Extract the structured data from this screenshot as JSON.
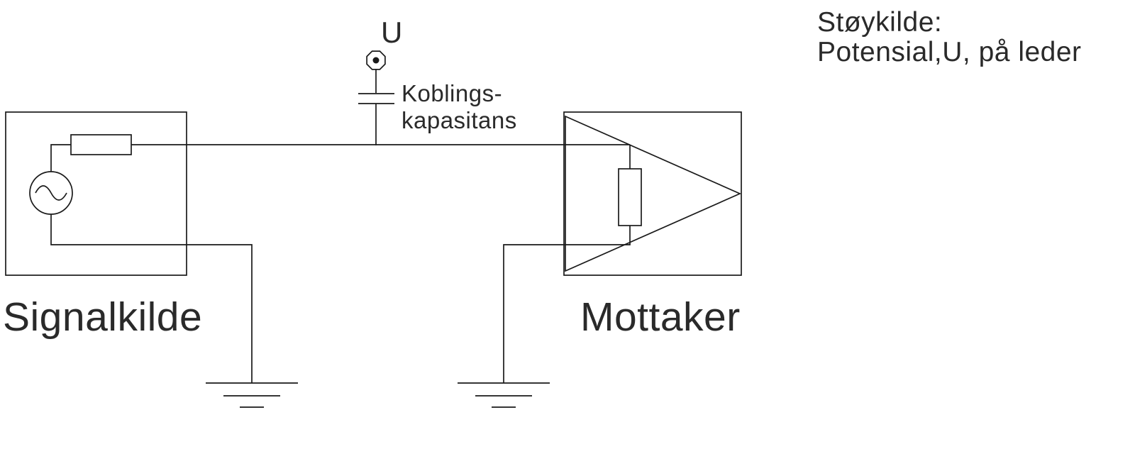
{
  "page": {
    "background": "#ffffff",
    "ink": "#1a1a1a"
  },
  "diagram": {
    "kind": "capacitive-coupling-schematic",
    "labels": {
      "signal_source": "Signalkilde",
      "receiver": "Mottaker",
      "node_potential": "U",
      "coupling_line1": "Koblings-",
      "coupling_line2": "kapasitans",
      "note_line1": "Støykilde:",
      "note_line2": "Potensial,U, på leder"
    },
    "components": [
      {
        "name": "signal-source-box",
        "label": "Signalkilde"
      },
      {
        "name": "ac-source",
        "symbol": "sine-in-circle"
      },
      {
        "name": "series-resistor",
        "symbol": "rectangle"
      },
      {
        "name": "noise-node",
        "symbol": "octagon-with-dot",
        "label": "U"
      },
      {
        "name": "coupling-capacitor",
        "symbol": "capacitor",
        "label": "Koblings-kapasitans"
      },
      {
        "name": "receiver-box",
        "label": "Mottaker"
      },
      {
        "name": "amplifier",
        "symbol": "triangle"
      },
      {
        "name": "input-resistor",
        "symbol": "rectangle"
      },
      {
        "name": "ground-left",
        "symbol": "earth-ground"
      },
      {
        "name": "ground-right",
        "symbol": "earth-ground"
      }
    ]
  }
}
